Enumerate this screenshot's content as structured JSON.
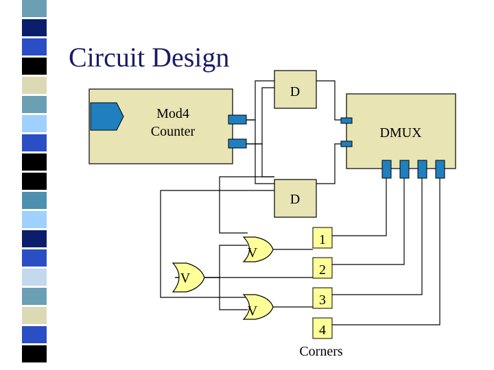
{
  "slide": {
    "title": "Circuit Design",
    "colors": {
      "box_fill": "#e8e4b4",
      "gate_fill": "#ffff99",
      "port_fill": "#1f7fbf",
      "wire": "#000000",
      "title": "#1a1a66"
    },
    "stripes": [
      "#6a9fb4",
      "#0b1e6b",
      "#2a4ec4",
      "#000000",
      "#dcdab4",
      "#6a9fb4",
      "#9fd0ff",
      "#2a4ec4",
      "#000000",
      "#000000",
      "#4f8fb0",
      "#9fd0ff",
      "#0b1e6b",
      "#2a4ec4",
      "#c4d8ee",
      "#6a9fb4",
      "#dcdab4",
      "#2a4ec4",
      "#000000"
    ]
  },
  "diagram": {
    "counter": {
      "line1": "Mod4",
      "line2": "Counter"
    },
    "flipflop_top": "D",
    "flipflop_bottom": "D",
    "demux": "DMUX",
    "gate_top": "V",
    "gate_left": "V",
    "gate_bottom": "V",
    "outputs": [
      "1",
      "2",
      "3",
      "4"
    ],
    "caption": "Corners"
  }
}
